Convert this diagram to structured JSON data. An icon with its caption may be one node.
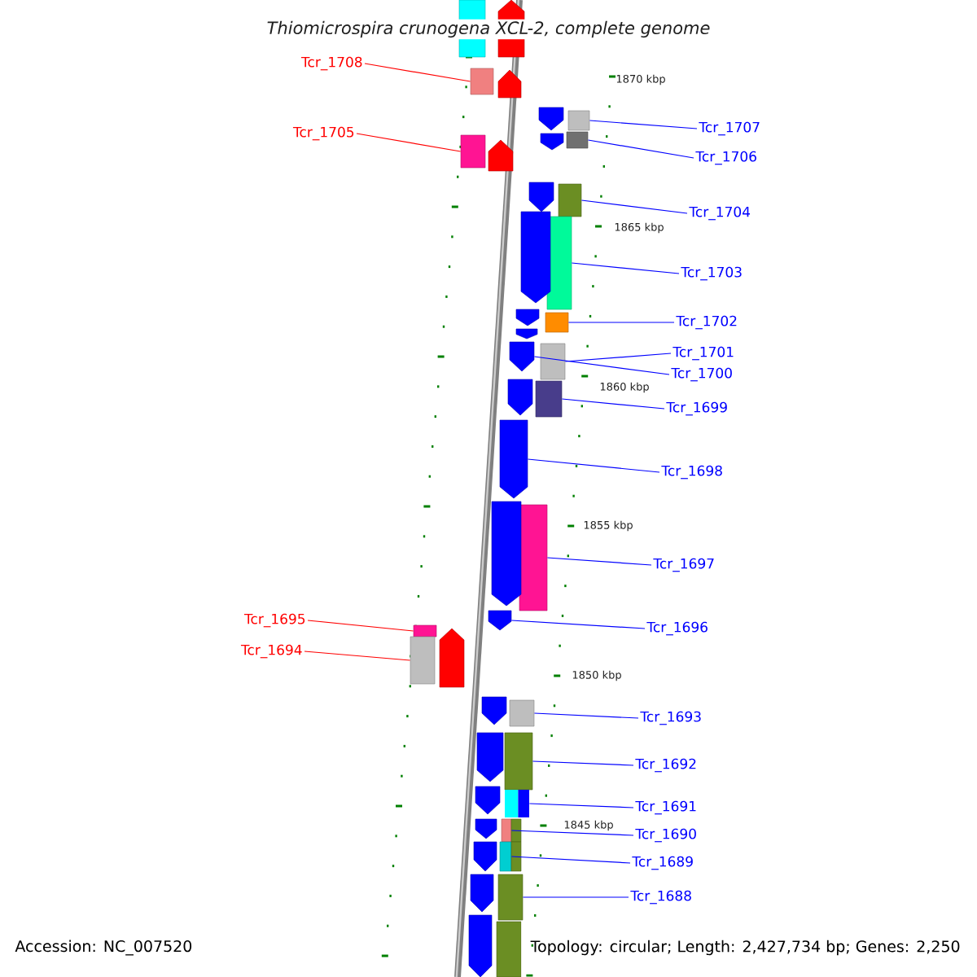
{
  "diagram": {
    "title": "Thiomicrospira crunogena XCL-2, complete genome",
    "nodes": [
      {
        "text": [
          "Tcr_1708"
        ]
      },
      {
        "text": [],
        "shape": "bar"
      },
      {
        "text": [
          "Tcr_1707"
        ]
      },
      {
        "text": [],
        "shape": "bar"
      },
      {
        "text": [
          "Tcr_1705"
        ]
      },
      {
        "text": [],
        "shape": "bar"
      },
      {
        "text": [
          "Tcr_1706"
        ]
      },
      {
        "text": [],
        "shape": "bar"
      },
      {
        "text": [
          "Tcr_1704"
        ]
      },
      {
        "text": [],
        "shape": "bar"
      },
      {
        "text": [
          "Tcr_1703"
        ]
      },
      {
        "text": [],
        "shape": "bar"
      },
      {
        "text": [
          "Tcr_1702"
        ]
      },
      {
        "text": [],
        "shape": "bar"
      },
      {
        "text": [
          "Tcr_1701"
        ]
      },
      {
        "text": [],
        "shape": "bar"
      },
      {
        "text": [
          "Tcr_1700"
        ]
      },
      {
        "text": [],
        "shape": "bar"
      },
      {
        "text": [
          "Tcr_1699"
        ]
      },
      {
        "text": [],
        "shape": "bar"
      },
      {
        "text": [
          "Tcr_1698"
        ]
      },
      {
        "text": [],
        "shape": "bar"
      },
      {
        "text": [
          "Tcr_1697"
        ]
      },
      {
        "text": [],
        "shape": "bar"
      },
      {
        "text": [
          "Tcr_1695"
        ]
      },
      {
        "text": [],
        "shape": "bar"
      },
      {
        "text": [
          "Tcr_1696"
        ]
      },
      {
        "text": [],
        "shape": "bar"
      },
      {
        "text": [
          "Tcr_1694"
        ]
      },
      {
        "text": [],
        "shape": "bar"
      },
      {
        "text": [
          "Tcr_1693"
        ]
      },
      {
        "text": [],
        "shape": "bar"
      },
      {
        "text": [
          "Tcr_1692"
        ]
      },
      {
        "text": [],
        "shape": "bar"
      },
      {
        "text": [
          "Tcr_1691"
        ]
      },
      {
        "text": [],
        "shape": "bar"
      },
      {
        "text": [
          "Tcr_1690"
        ]
      },
      {
        "text": [],
        "shape": "bar"
      },
      {
        "text": [
          "Tcr_1689"
        ]
      },
      {
        "text": [],
        "shape": "bar"
      },
      {
        "text": [
          "Tcr_1688"
        ]
      },
      {
        "text": [],
        "shape": "bar"
      },
      {
        "text": [],
        "shape": "bar"
      },
      {
        "text": [],
        "shape": "bar"
      },
      {
        "text": [],
        "shape": "bar"
      },
      {
        "text": [],
        "shape": "bar"
      },
      {
        "text": [],
        "shape": "bar"
      },
      {
        "text": [],
        "shape": "bar"
      },
      {
        "text": [],
        "shape": "bar"
      },
      {
        "text": [],
        "shape": "bar"
      },
      {
        "text": [],
        "shape": "bar"
      },
      {
        "text": [],
        "shape": "bar"
      },
      {
        "text": [],
        "shape": "bar"
      },
      {
        "text": [],
        "shape": "bar"
      },
      {
        "text": [],
        "shape": "bar"
      },
      {
        "text": [],
        "shape": "bar"
      },
      {
        "text": [],
        "shape": "bar"
      },
      {
        "text": [],
        "shape": "bar"
      },
      {
        "text": [],
        "shape": "bar"
      },
      {
        "text": [],
        "shape": "bar"
      },
      {
        "text": [],
        "shape": "bar"
      },
      {
        "text": [],
        "shape": "bar"
      },
      {
        "text": [],
        "shape": "bar"
      },
      {
        "text": [],
        "shape": "bar"
      },
      {
        "text": [],
        "shape": "bar"
      }
    ],
    "edges": [
      {
        "from": 0,
        "to": 1,
        "arrow": "none",
        "color": "#ff0000"
      },
      {
        "from": 2,
        "to": 3,
        "arrow": "none"
      },
      {
        "from": 4,
        "to": 5,
        "arrow": "none",
        "color": "#ff0000"
      },
      {
        "from": 6,
        "to": 7,
        "arrow": "none"
      },
      {
        "from": 8,
        "to": 9,
        "arrow": "none"
      },
      {
        "from": 10,
        "to": 11,
        "arrow": "none"
      },
      {
        "from": 12,
        "to": 13,
        "arrow": "none"
      },
      {
        "from": 14,
        "to": 15,
        "arrow": "none"
      },
      {
        "from": 16,
        "to": 17,
        "arrow": "none"
      },
      {
        "from": 18,
        "to": 19,
        "arrow": "none"
      },
      {
        "from": 20,
        "to": 21,
        "arrow": "none"
      },
      {
        "from": 22,
        "to": 23,
        "arrow": "none"
      },
      {
        "from": 24,
        "to": 25,
        "arrow": "none",
        "color": "#ff0000"
      },
      {
        "from": 26,
        "to": 27,
        "arrow": "none"
      },
      {
        "from": 28,
        "to": 29,
        "arrow": "none",
        "color": "#ff0000"
      },
      {
        "from": 30,
        "to": 31,
        "arrow": "none"
      },
      {
        "from": 32,
        "to": 33,
        "arrow": "none"
      },
      {
        "from": 34,
        "to": 35,
        "arrow": "none"
      },
      {
        "from": 36,
        "to": 37,
        "arrow": "none"
      },
      {
        "from": 38,
        "to": 39,
        "arrow": "none"
      },
      {
        "from": 40,
        "to": 41,
        "arrow": "none"
      }
    ],
    "labels": [
      "1870 kbp",
      "1865 kbp",
      "1860 kbp",
      "1855 kbp",
      "1850 kbp",
      "1845 kbp",
      "Accession: NC_007520",
      "Topology: circular; Length: 2,427,734 bp; Genes: 2,250"
    ]
  }
}
